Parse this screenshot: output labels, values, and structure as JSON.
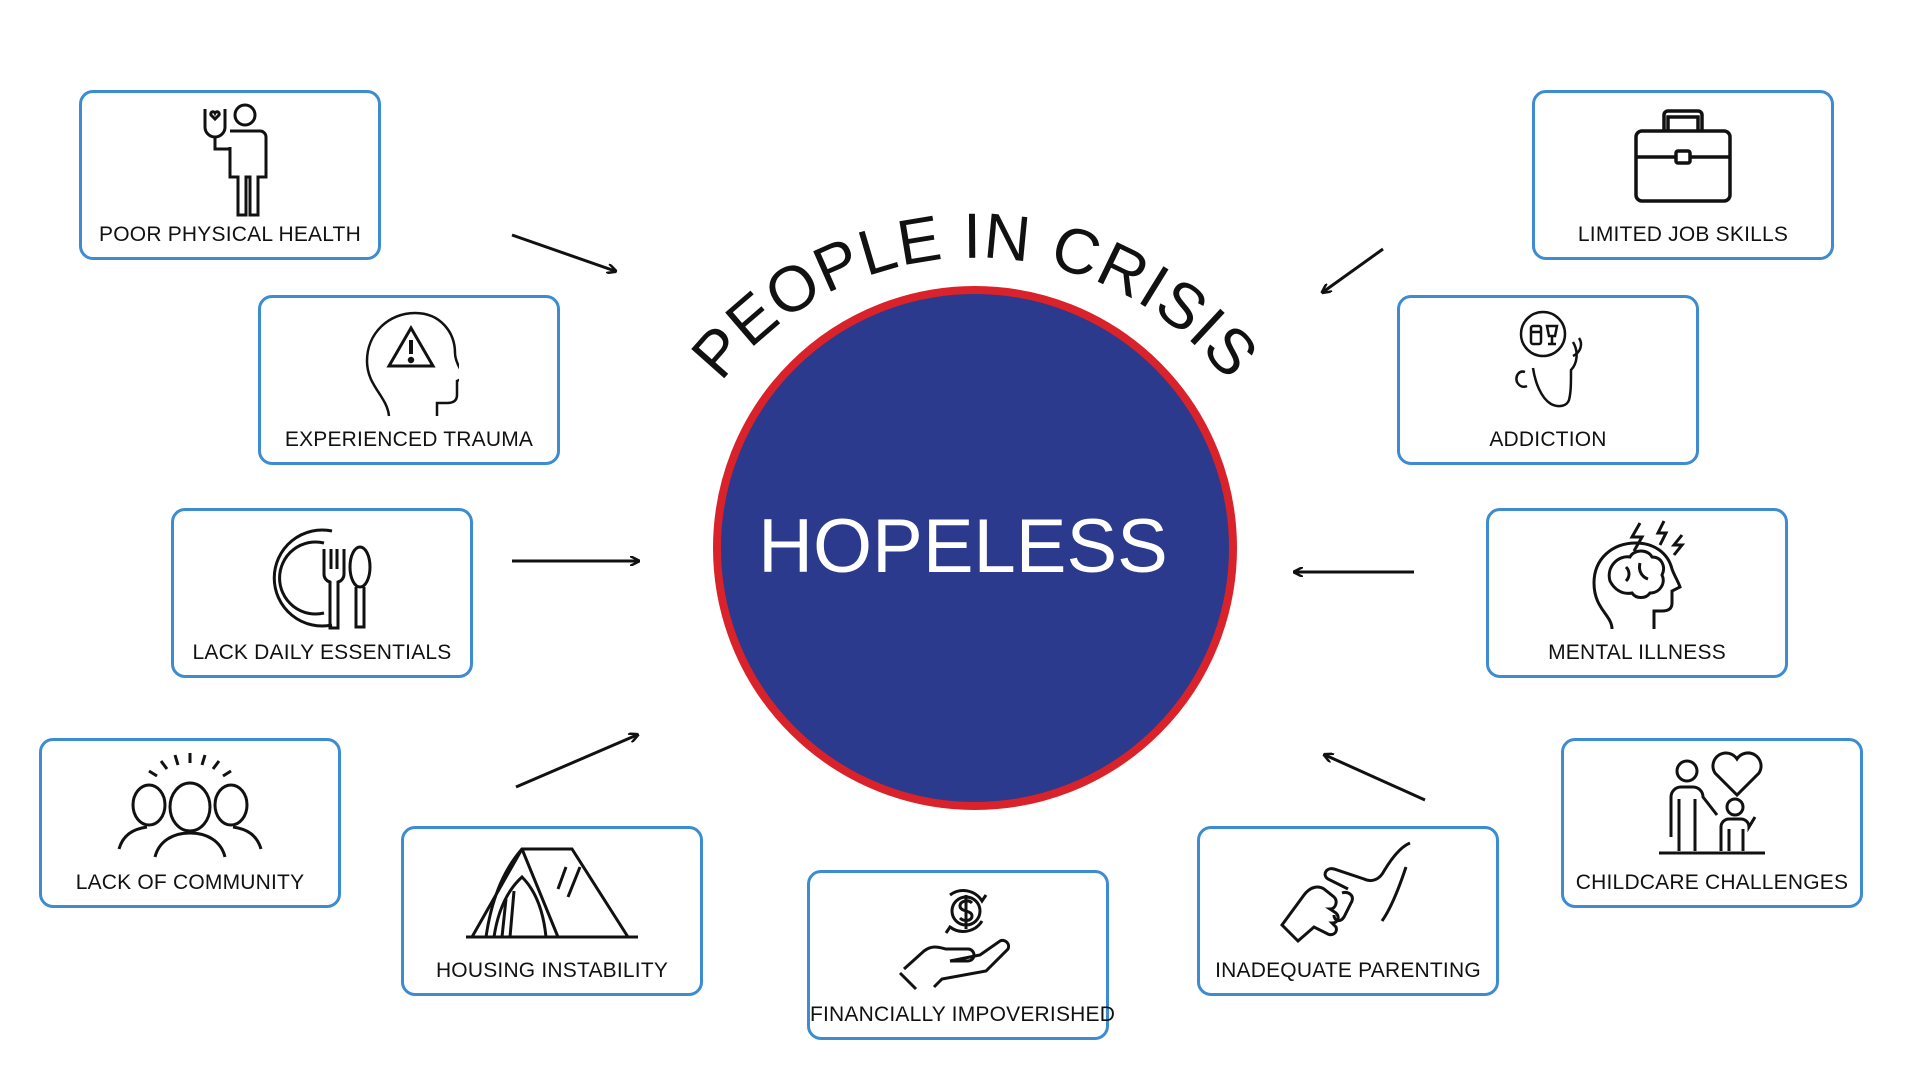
{
  "diagram": {
    "arc_title": "PEOPLE IN CRISIS",
    "center_label": "HOPELESS",
    "colors": {
      "circle_fill": "#2b3a8c",
      "circle_ring": "#d9222a",
      "card_border": "#3d8bd0"
    }
  },
  "cards": [
    {
      "label": "POOR PHYSICAL HEALTH",
      "icon": "doctor-icon"
    },
    {
      "label": "EXPERIENCED TRAUMA",
      "icon": "head-warning-icon"
    },
    {
      "label": "LACK DAILY ESSENTIALS",
      "icon": "plate-cutlery-icon"
    },
    {
      "label": "LACK OF COMMUNITY",
      "icon": "community-icon"
    },
    {
      "label": "HOUSING INSTABILITY",
      "icon": "tent-icon"
    },
    {
      "label": "FINANCIALLY IMPOVERISHED",
      "icon": "money-hand-icon"
    },
    {
      "label": "INADEQUATE PARENTING",
      "icon": "holding-hands-icon"
    },
    {
      "label": "CHILDCARE CHALLENGES",
      "icon": "parent-child-heart-icon"
    },
    {
      "label": "MENTAL ILLNESS",
      "icon": "brain-lightning-icon"
    },
    {
      "label": "ADDICTION",
      "icon": "head-substance-icon"
    },
    {
      "label": "LIMITED JOB SKILLS",
      "icon": "briefcase-icon"
    }
  ]
}
